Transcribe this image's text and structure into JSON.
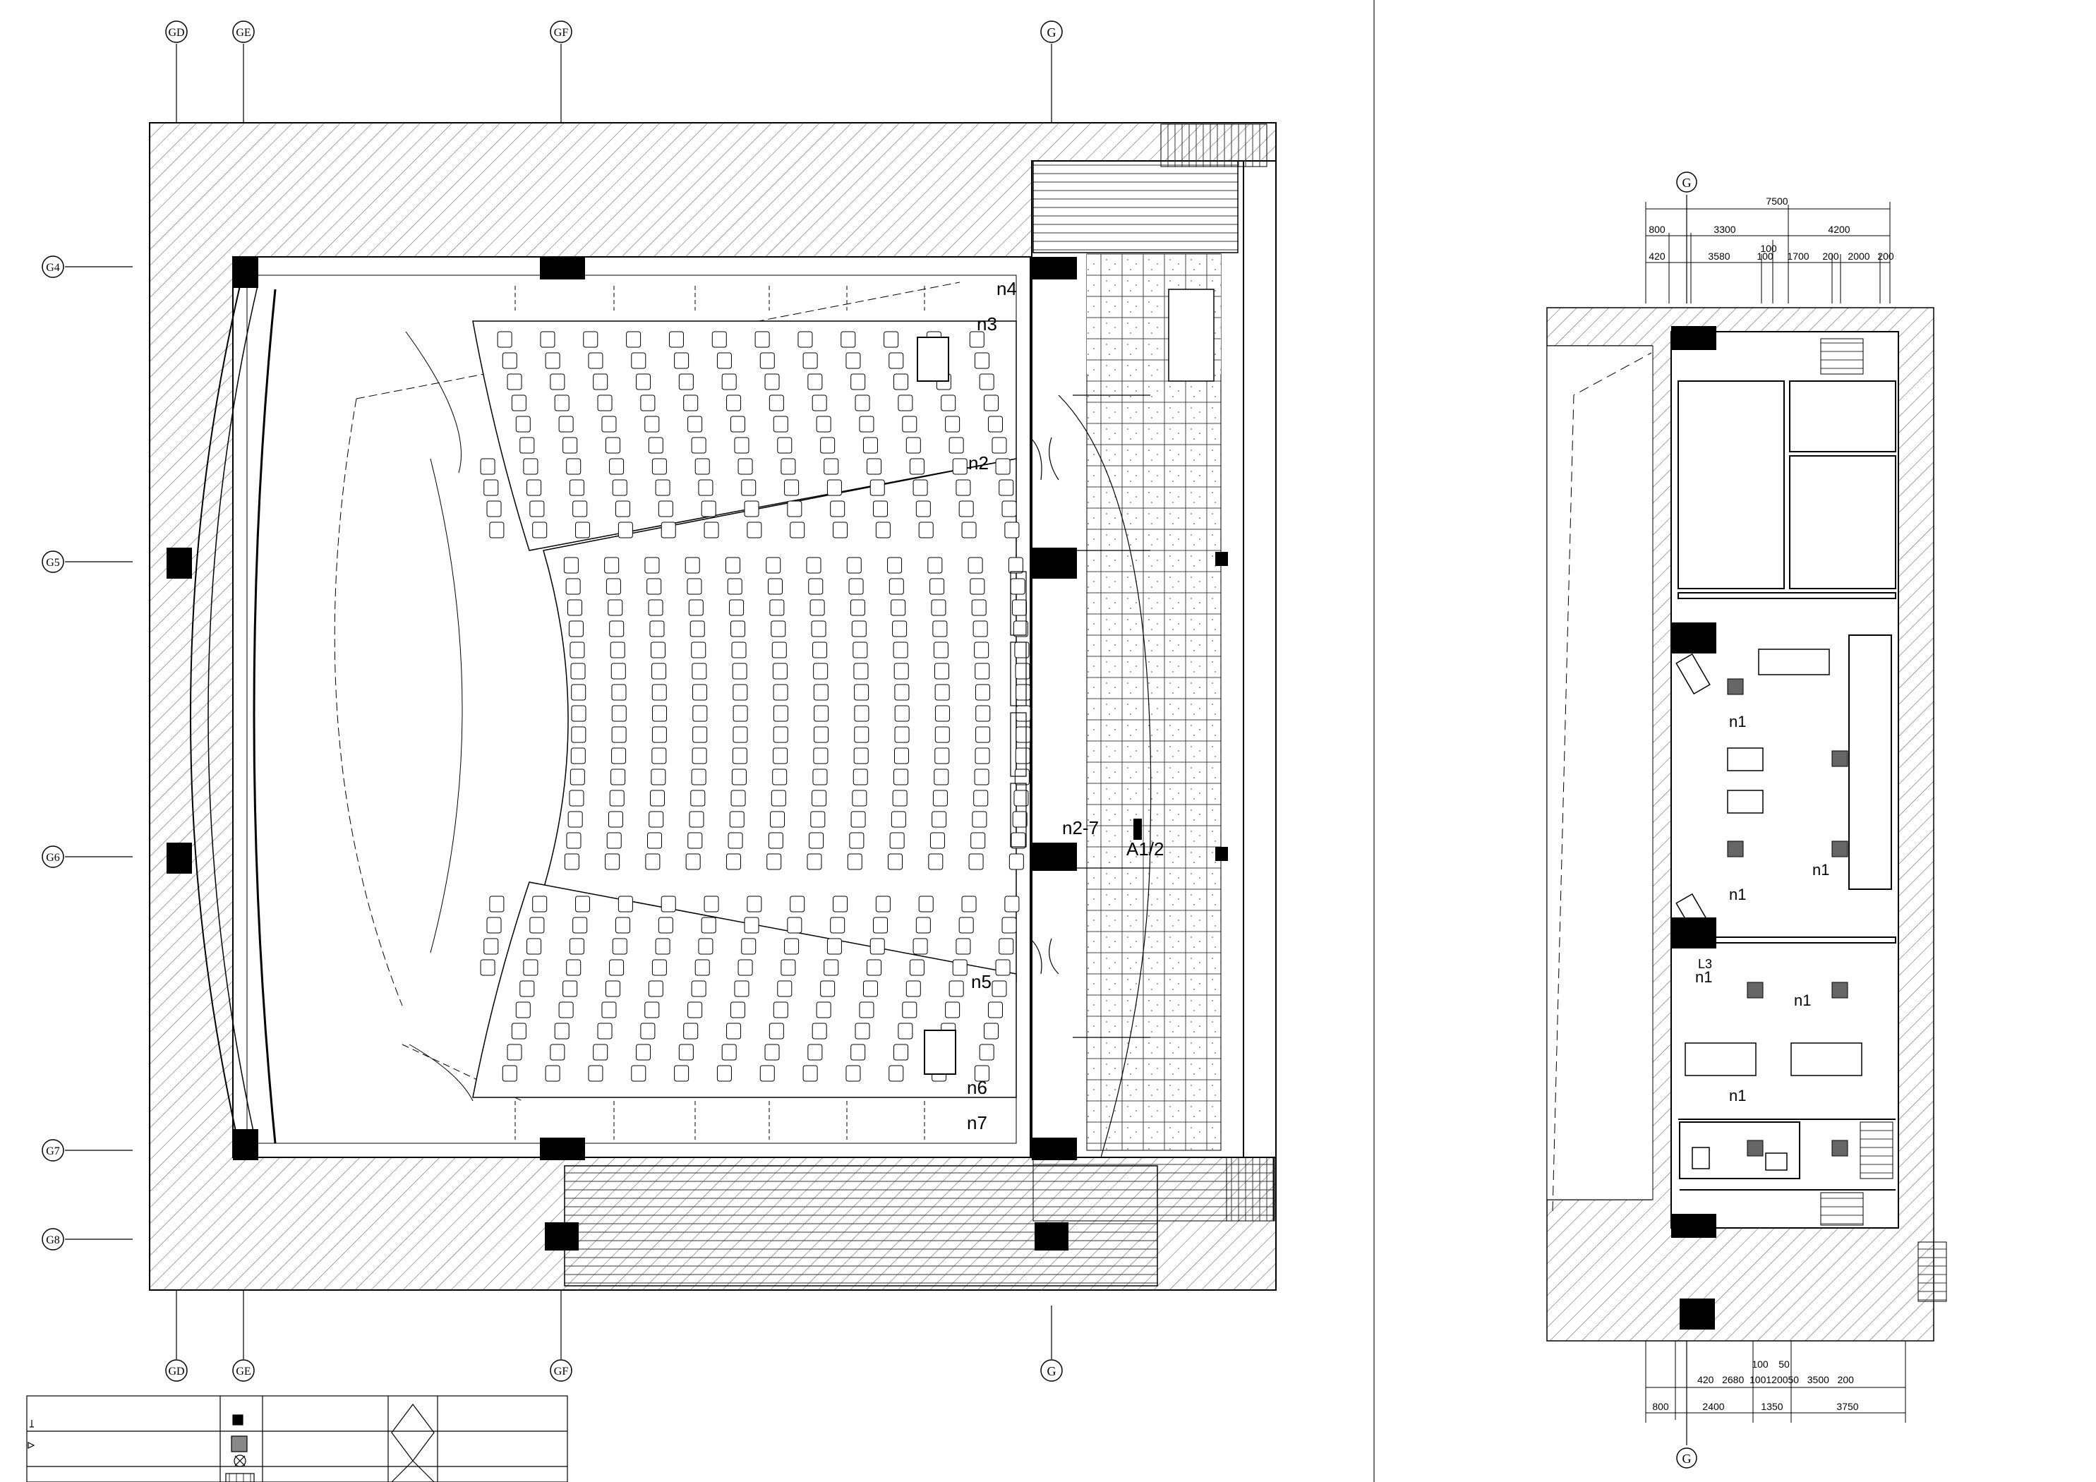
{
  "grid_axes_top": [
    "GD",
    "GE",
    "GF",
    "G"
  ],
  "grid_axes_bottom": [
    "GD",
    "GE",
    "GF",
    "G"
  ],
  "grid_axes_left": [
    "G4",
    "G5",
    "G6",
    "G7",
    "G8"
  ],
  "hall_zone_labels": [
    "n4",
    "n3",
    "n2",
    "n2-7",
    "n5",
    "n6",
    "n7"
  ],
  "hall_tag": "A1/2",
  "office_grid_axis": "G",
  "office_dims_top_overall": "7500",
  "office_dims_top_row1": [
    "800",
    "3300",
    "4200"
  ],
  "office_dims_top_row2": [
    "420",
    "3580",
    "100",
    "1700",
    "200",
    "2000",
    "200"
  ],
  "office_dims_top_small": "100",
  "office_dims_bottom_row1": [
    "420",
    "2680",
    "100",
    "100",
    "120",
    "200",
    "50",
    "3500",
    "200"
  ],
  "office_dims_bottom_row1_text": "420   2680  100120050   3500   200",
  "office_dims_bottom_row2": [
    "800",
    "2400",
    "1350",
    "3750"
  ],
  "office_dims_bottom_small": [
    "100",
    "50"
  ],
  "office_zone_labels": [
    "n1",
    "n1",
    "n1",
    "n1",
    "n1",
    "n1"
  ],
  "office_zone_label_tag": "L3",
  "legend_rows": 4,
  "colors": {
    "line": "#000000",
    "hatch": "#555555",
    "background": "#ffffff"
  }
}
